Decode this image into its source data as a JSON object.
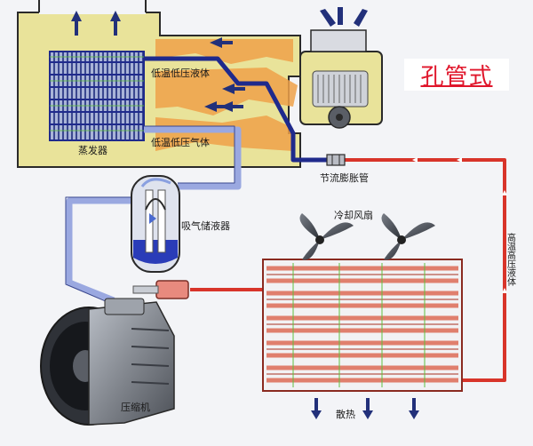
{
  "title": "孔管式",
  "labels": {
    "low_temp_low_pressure_liquid": "低温低压液体",
    "low_temp_low_pressure_gas": "低温低压气体",
    "evaporator": "蒸发器",
    "orifice_tube": "节流膨胀管",
    "accumulator": "吸气储液器",
    "cooling_fan": "冷却风扇",
    "high_temp_high_pressure_liquid": "高温高压液体",
    "compressor": "压缩机",
    "heat_dissipation": "散热"
  },
  "colors": {
    "title_red": "#e0162b",
    "low_pressure_blue": "#1f2a8c",
    "high_pressure_red": "#d8342a",
    "housing_yellow": "#e9e39a",
    "airflow_orange": "#f0a24a",
    "gas_line_lilac": "#9aa8e0"
  }
}
